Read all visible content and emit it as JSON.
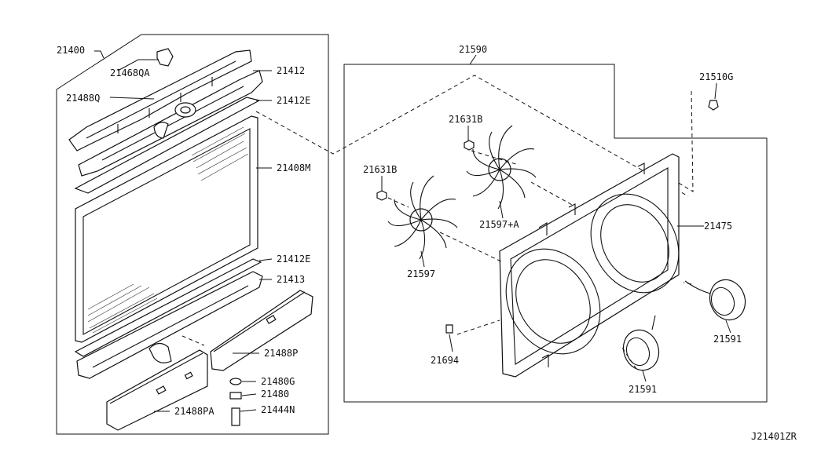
{
  "labels": {
    "p21400": "21400",
    "p21468QA": "21468QA",
    "p21488Q": "21488Q",
    "p21412": "21412",
    "p21412E_top": "21412E",
    "p21408M": "21408M",
    "p21412E_bottom": "21412E",
    "p21413": "21413",
    "p21488P": "21488P",
    "p21480G": "21480G",
    "p21480": "21480",
    "p21488PA": "21488PA",
    "p21444N": "21444N",
    "p21590": "21590",
    "p21510G": "21510G",
    "p21631B_top": "21631B",
    "p21631B_left": "21631B",
    "p21597A": "21597+A",
    "p21475": "21475",
    "p21597": "21597",
    "p21694": "21694",
    "p21591_right": "21591",
    "p21591_bottom": "21591"
  },
  "diagram_code": "J21401ZR"
}
